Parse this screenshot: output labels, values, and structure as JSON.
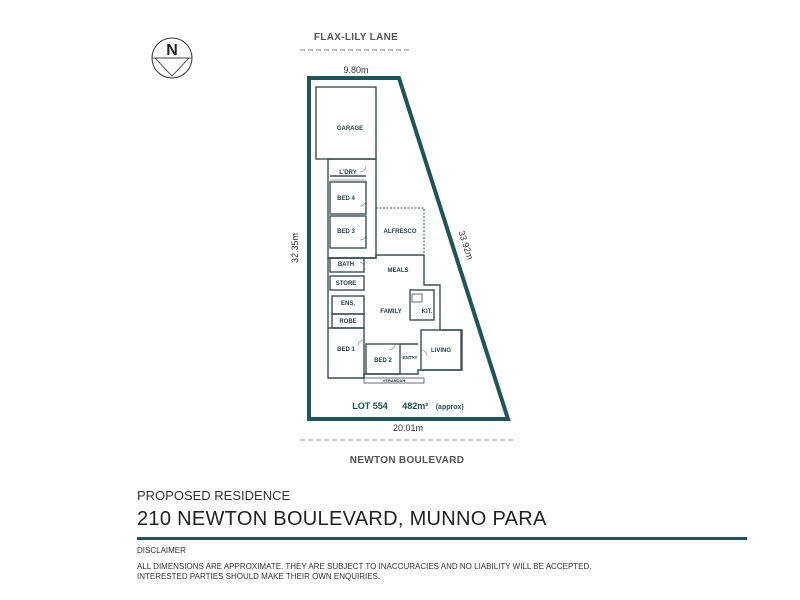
{
  "colors": {
    "accent": "#1f5558",
    "walls": "#3a4f50"
  },
  "icons": {
    "north_arrow": "north-arrow-icon"
  },
  "plan": {
    "north_label": "N",
    "street_top": "FLAX-LILY LANE",
    "street_bottom": "NEWTON BOULEVARD",
    "dims": {
      "top": "9.80m",
      "left": "32.35m",
      "right": "33.92m",
      "bottom": "20.01m"
    },
    "rooms": {
      "garage": "GARAGE",
      "ldry": "L'DRY",
      "bed4": "BED 4",
      "bed3": "BED 3",
      "alfresco": "ALFRESCO",
      "bath": "BATH",
      "meals": "MEALS",
      "store": "STORE",
      "ens": "ENS.",
      "robe": "ROBE",
      "family": "FAMILY",
      "kit": "KIT.",
      "bed1": "BED 1",
      "bed2": "BED 2",
      "entry": "ENTRY",
      "living": "LIVING",
      "verandah": "VERANDAH"
    },
    "lot": {
      "number": "LOT 554",
      "area": "482m²",
      "approx": "(approx)"
    }
  },
  "footer": {
    "subtitle": "PROPOSED RESIDENCE",
    "title": "210 NEWTON BOULEVARD, MUNNO PARA",
    "disclaimer_heading": "DISCLAIMER",
    "disclaimer_line1": "ALL DIMENSIONS ARE APPROXIMATE. THEY ARE SUBJECT TO INACCURACIES AND NO LIABILITY WILL BE ACCEPTED.",
    "disclaimer_line2": "INTERESTED PARTIES SHOULD MAKE THEIR OWN ENQUIRIES."
  }
}
